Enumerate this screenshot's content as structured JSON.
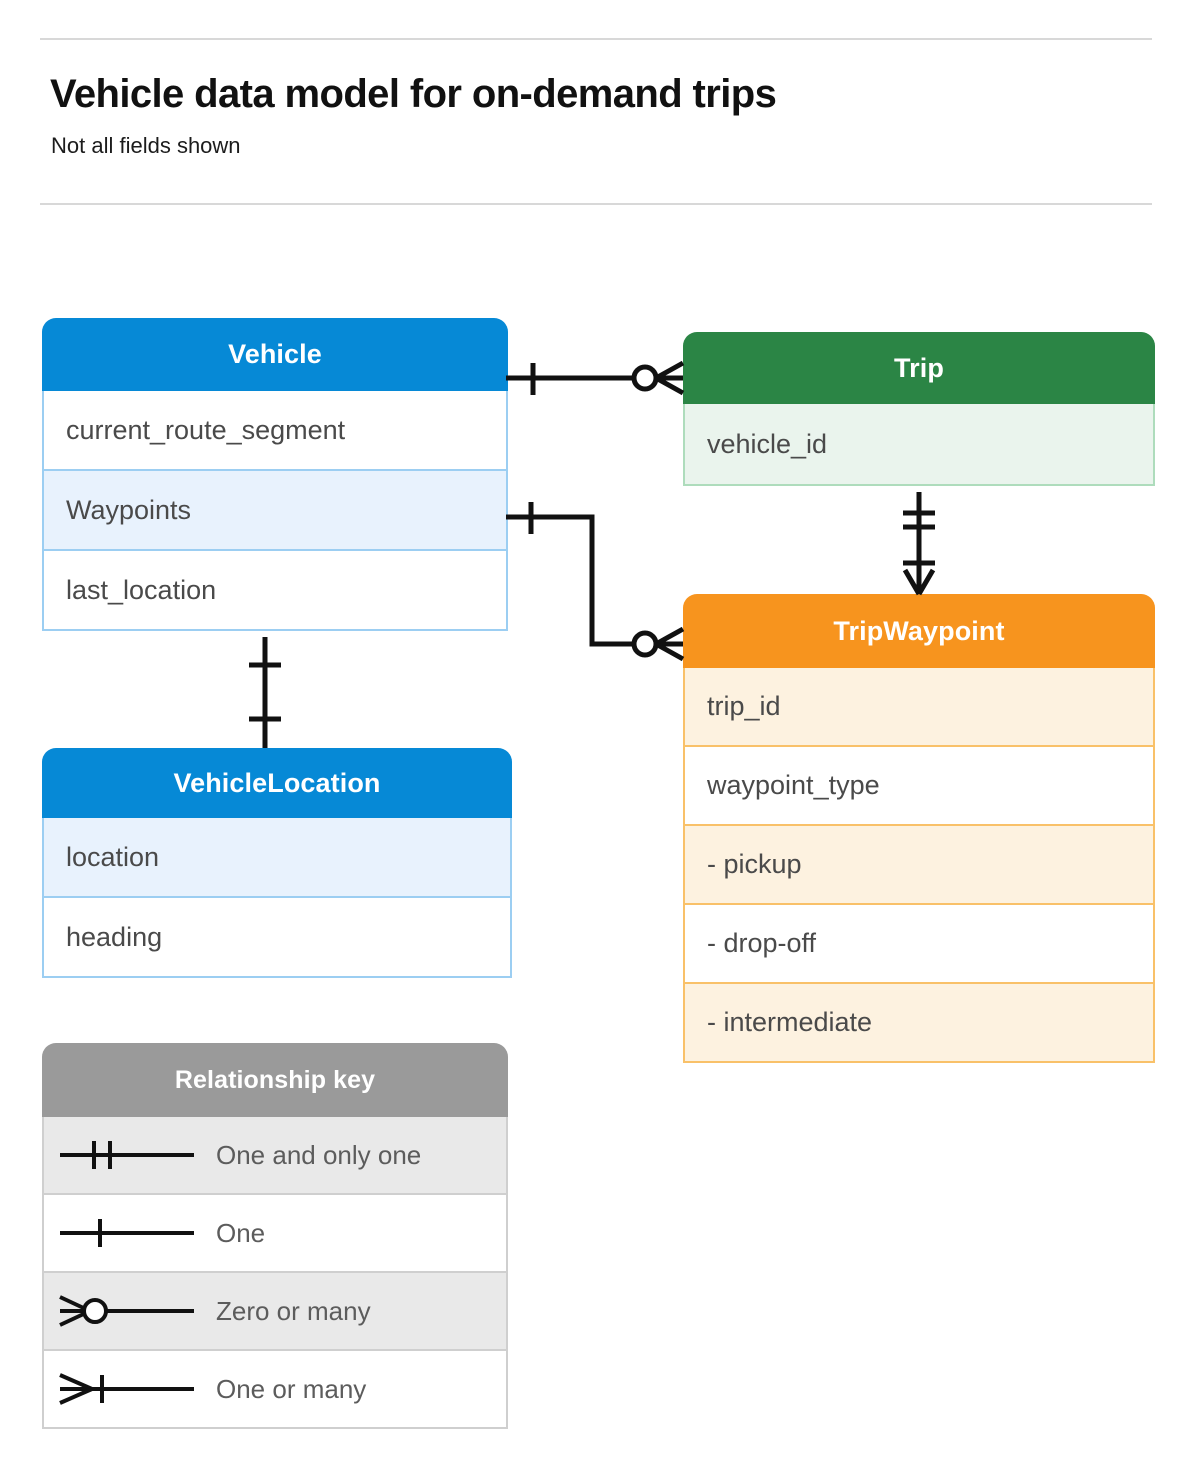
{
  "header": {
    "title": "Vehicle data model for on-demand trips",
    "subtitle": "Not all fields shown"
  },
  "entities": [
    {
      "id": "vehicle",
      "name": "Vehicle",
      "color": "#0689d6",
      "fields": [
        "current_route_segment",
        "Waypoints",
        "last_location"
      ]
    },
    {
      "id": "vehiclelocation",
      "name": "VehicleLocation",
      "color": "#0689d6",
      "fields": [
        "location",
        "heading"
      ]
    },
    {
      "id": "trip",
      "name": "Trip",
      "color": "#2b8545",
      "fields": [
        "vehicle_id"
      ]
    },
    {
      "id": "tripwaypoint",
      "name": "TripWaypoint",
      "color": "#f7941e",
      "fields": [
        "trip_id",
        "waypoint_type",
        "-  pickup",
        "-  drop-off",
        "-  intermediate"
      ]
    }
  ],
  "relationships": [
    {
      "from": "Vehicle",
      "to": "Trip",
      "from_cardinality": "One",
      "to_cardinality": "Zero or many"
    },
    {
      "from": "Vehicle.Waypoints",
      "to": "TripWaypoint",
      "from_cardinality": "One",
      "to_cardinality": "Zero or many"
    },
    {
      "from": "Trip",
      "to": "TripWaypoint",
      "from_cardinality": "One and only one",
      "to_cardinality": "One or many"
    },
    {
      "from": "Vehicle",
      "to": "VehicleLocation",
      "from_cardinality": "One",
      "to_cardinality": "One"
    }
  ],
  "legend": {
    "title": "Relationship key",
    "rows": [
      {
        "symbol": "one-and-only-one-symbol",
        "label": "One and only one"
      },
      {
        "symbol": "one-symbol",
        "label": "One"
      },
      {
        "symbol": "zero-or-many-symbol",
        "label": "Zero or many"
      },
      {
        "symbol": "one-or-many-symbol",
        "label": "One or many"
      }
    ]
  },
  "colors": {
    "blue": "#0689d6",
    "green": "#2b8545",
    "orange": "#f7941e",
    "gray": "#9a9a9a",
    "line": "#111111"
  }
}
